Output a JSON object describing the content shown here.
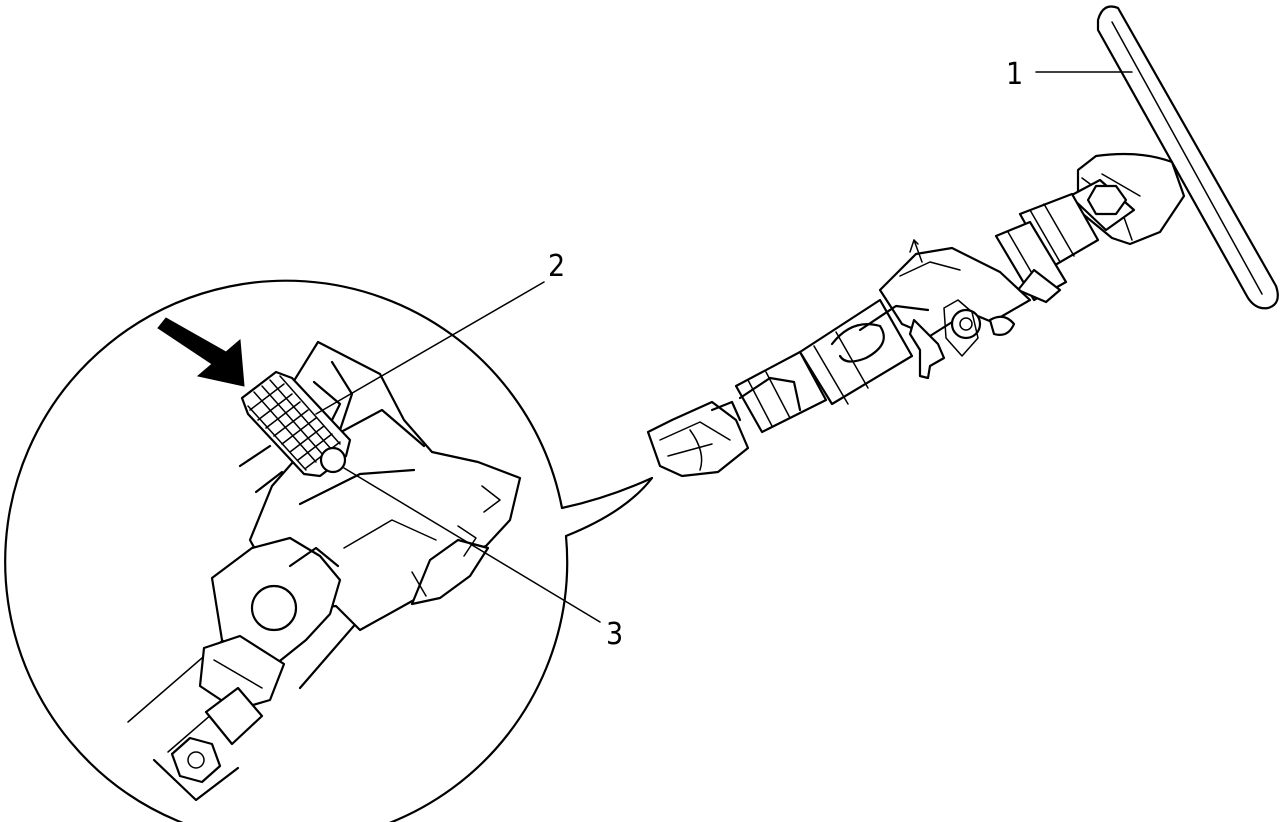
{
  "callouts": [
    {
      "id": "steering-wheel",
      "label": "1"
    },
    {
      "id": "adjusting-nut",
      "label": "2"
    },
    {
      "id": "lock-ball",
      "label": "3"
    }
  ]
}
